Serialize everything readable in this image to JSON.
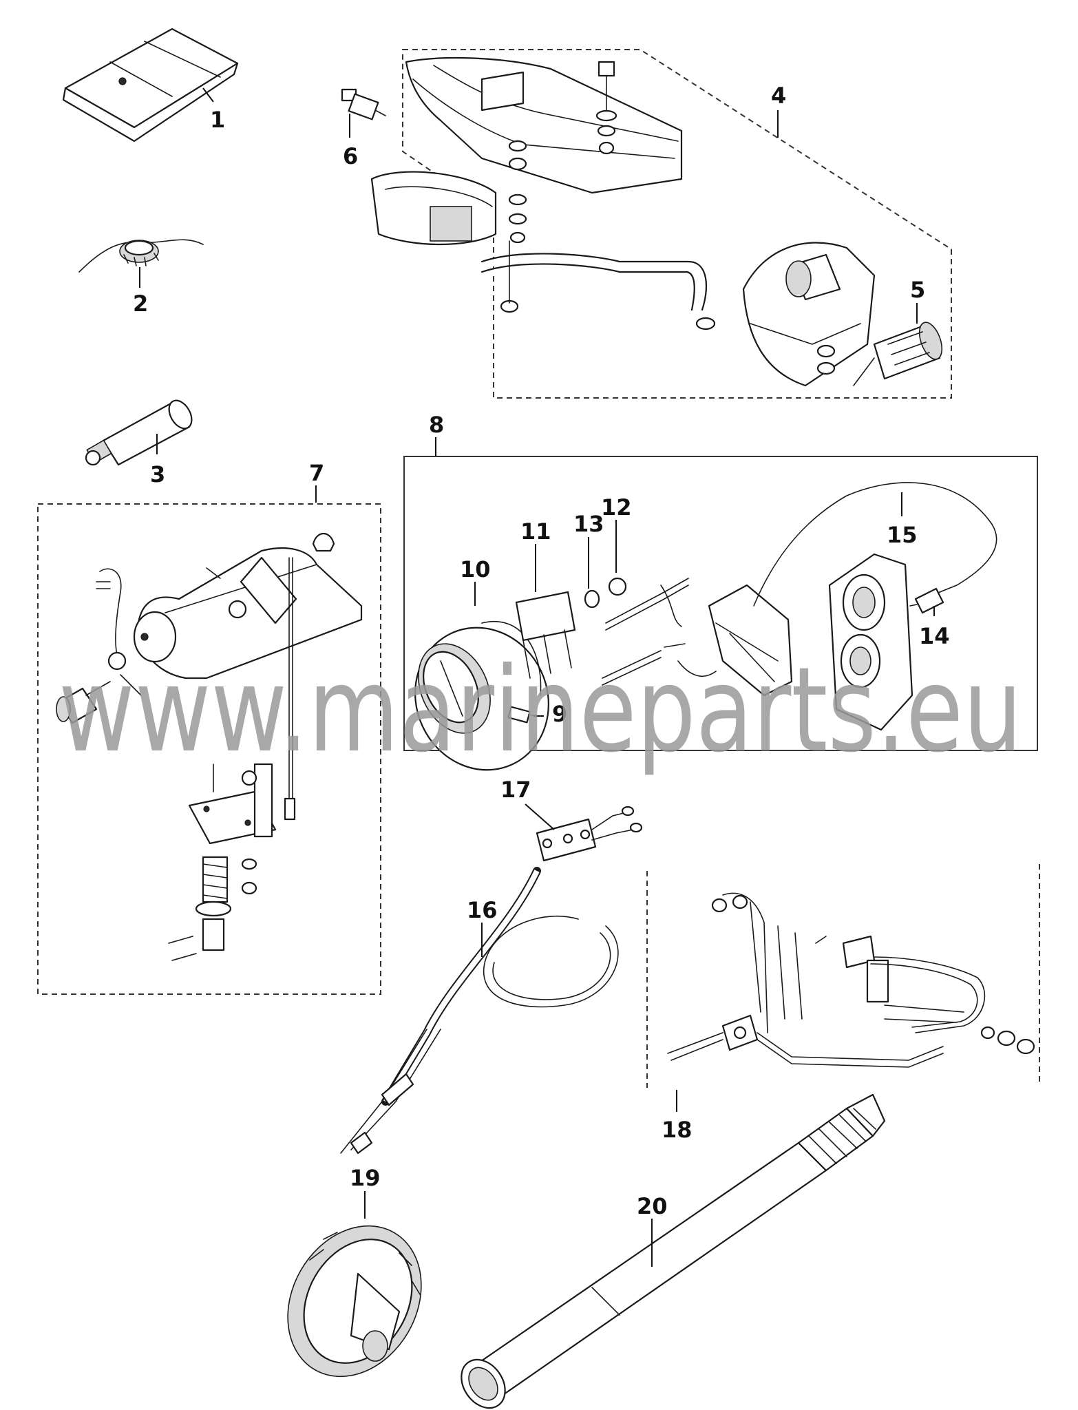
{
  "watermark": "www.marineparts.eu",
  "labels": {
    "l1": "1",
    "l2": "2",
    "l3": "3",
    "l4": "4",
    "l5": "5",
    "l6": "6",
    "l7": "7",
    "l8": "8",
    "l9": "9",
    "l10": "10",
    "l11": "11",
    "l12": "12",
    "l13": "13",
    "l14": "14",
    "l15": "15",
    "l16": "16",
    "l17": "17",
    "l18": "18",
    "l19": "19",
    "l20": "20"
  }
}
